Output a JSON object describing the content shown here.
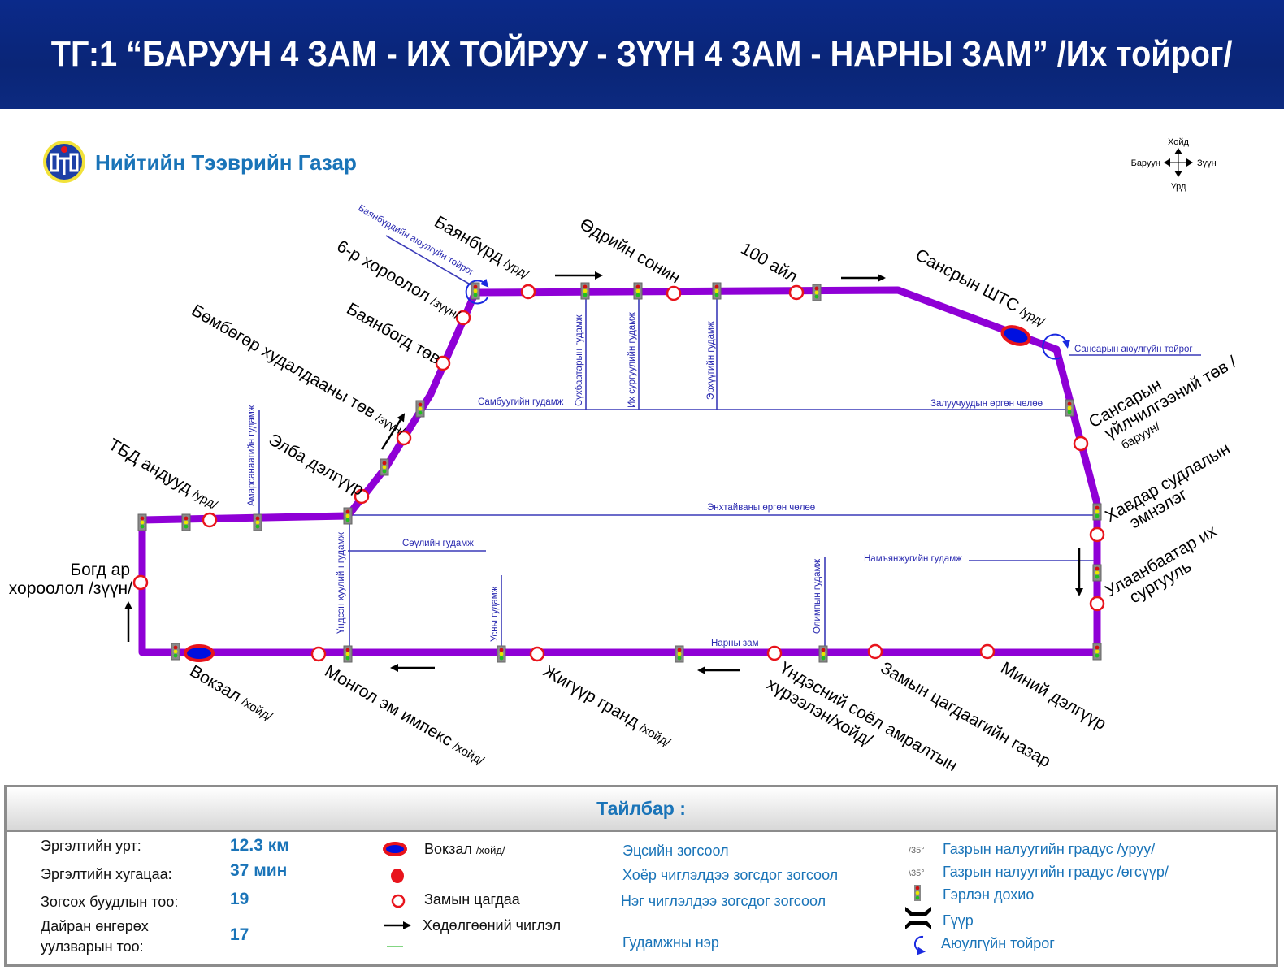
{
  "title": "ТГ:1 “БАРУУН 4 ЗАМ - ИХ ТОЙРУУ - ЗҮҮН 4 ЗАМ - НАРНЫ ЗАМ” /Их тойрог/",
  "organization": "Нийтийн Тээврийн Газар",
  "compass": {
    "north": "Хойд",
    "south": "Урд",
    "west": "Баруун",
    "east": "Зүүн"
  },
  "stations": {
    "bayanburd": {
      "name": "Баянбүрд",
      "note": "/урд/"
    },
    "odriin_sonin": {
      "name": "Өдрийн сонин"
    },
    "100_ail": {
      "name": "100 айл"
    },
    "sansriin_shts": {
      "name": "Сансрын ШТС",
      "note": "/урд/"
    },
    "6r_khoroolol": {
      "name": "6-р хороолол",
      "note": "/зүүн/"
    },
    "bayanbogd": {
      "name": "Баянбогд төв"
    },
    "bombogor": {
      "name": "Бөмбөгөр худалдааны төв",
      "note": "/зүүн/"
    },
    "elba": {
      "name": "Элба дэлгүүр"
    },
    "tbd": {
      "name": "ТБД андууд",
      "note": "/урд/"
    },
    "bogd_ar": {
      "line1": "Богд ар",
      "line2": "хороолол /зүүн/"
    },
    "sansar_uilchilgee": {
      "line1": "Сансарын",
      "line2": "үйлчилгээний төв /",
      "line3": "баруун/"
    },
    "khavdar": {
      "line1": "Хавдар судлалын",
      "line2": "эмнэлэг"
    },
    "ub_ikh_surguuli": {
      "line1": "Улаанбаатар их",
      "line2": "сургууль"
    },
    "vokzal": {
      "name": "Вокзал",
      "note": "/хойд/"
    },
    "mongol_em": {
      "name": "Монгол эм импекс",
      "note": "/хойд/"
    },
    "jiguur": {
      "name": "Жигүүр гранд",
      "note": "/хойд/"
    },
    "undesnii_soyol": {
      "line1": "Үндэсний соёл амралтын",
      "line2": "хүрээлэн/хойд/"
    },
    "zamiin_tsagdaa": {
      "name": "Замын цагдаагийн газар"
    },
    "minii_delguur": {
      "name": "Миний дэлгүүр"
    }
  },
  "streets": {
    "bayanburd_roundabout": "Баянбүрдийн аюулгүйн тойрог",
    "sansar_roundabout": "Сансарын аюулгүйн тойрог",
    "sambuu": "Самбуугийн гудамж",
    "zaluuchuud": "Залуучуудын өргөн чөлөө",
    "enkhtaivan": "Энхтайваны өргөн чөлөө",
    "seoul": "Сөүлийн гудамж",
    "namyanju": "Намъянжугийн гудамж",
    "sukhbaatar": "Сүхбаатарын гудамж",
    "ikh_surguuli": "Их сургуулийн гудамж",
    "erkhuu": "Эрхүүгийн гудамж",
    "amarsanaa": "Амарсанаагийн гудамж",
    "undsen_khuuli": "Үндсэн хуулийн гудамж",
    "usny": "Усны гудамж",
    "olimp": "Олимпын гудамж",
    "narny_zam": "Нарны зам"
  },
  "legend": {
    "title": "Тайлбар :",
    "stats": [
      {
        "label": "Эргэлтийн урт:",
        "value": "12.3 км"
      },
      {
        "label": "Эргэлтийн хугацаа:",
        "value": "37 мин"
      },
      {
        "label": "Зогсох буудлын тоо:",
        "value": "19"
      },
      {
        "label": "Дайран өнгөрөх\nуулзварын тоо:",
        "label1": "Дайран өнгөрөх",
        "label2": "уулзварын тоо:",
        "value": "17"
      }
    ],
    "symbols": {
      "terminal": "Вокзал",
      "terminal_note": "/хойд/",
      "police": "Замын цагдаа",
      "direction": "Хөдөлгөөний чиглэл"
    },
    "stop_types": {
      "final": "Эцсийн зогсоол",
      "two_way": "Хоёр чиглэлдээ зогсдог зогсоол",
      "one_way": "Нэг чиглэлдээ зогсдог зогсоол",
      "street_name": "Гудамжны нэр"
    },
    "slope_down_mark": "/35°",
    "slope_down": "Газрын налуугийн градус /уруу/",
    "slope_up_mark": "\\35°",
    "slope_up": "Газрын налуугийн градус /өгсүүр/",
    "traffic_light": "Гэрлэн дохио",
    "bridge": "Гүүр",
    "roundabout": "Аюулгүйн тойрог"
  },
  "colors": {
    "route": "#8f00d6",
    "stop": "#e8141c",
    "terminal": "#0010e0",
    "street": "#2a2ab0",
    "header": "#0a2577",
    "accent": "#1a74b8"
  }
}
